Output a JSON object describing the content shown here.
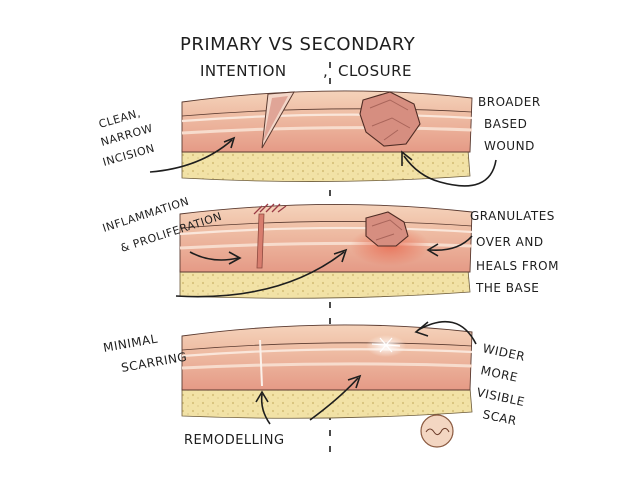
{
  "title": {
    "line1": "PRIMARY VS SECONDARY",
    "line2_left": "INTENTION",
    "line2_sep": ",",
    "line2_right": "CLOSURE"
  },
  "labels": {
    "clean": [
      "CLEAN,",
      "NARROW",
      "INCISION"
    ],
    "broader": [
      "BROADER",
      "BASED",
      "WOUND"
    ],
    "inflammation": [
      "INFLAMMATION",
      "& PROLIFERATION"
    ],
    "granulates": [
      "GRANULATES",
      "OVER AND",
      "HEALS FROM",
      "THE BASE"
    ],
    "minimal": [
      "MINIMAL",
      "SCARRING"
    ],
    "wider": [
      "WIDER",
      "MORE",
      "VISIBLE",
      "SCAR"
    ],
    "remodelling": "REMODELLING"
  },
  "colors": {
    "skin_top": "#f2c9ad",
    "skin_mid": "#ecb39a",
    "dermis": "#e79a86",
    "fat": "#f1e0a0",
    "fat_dot": "#d9c27a",
    "wound": "#d98c7e",
    "wound_dark": "#b86c60",
    "ink": "#1e1e1e"
  }
}
